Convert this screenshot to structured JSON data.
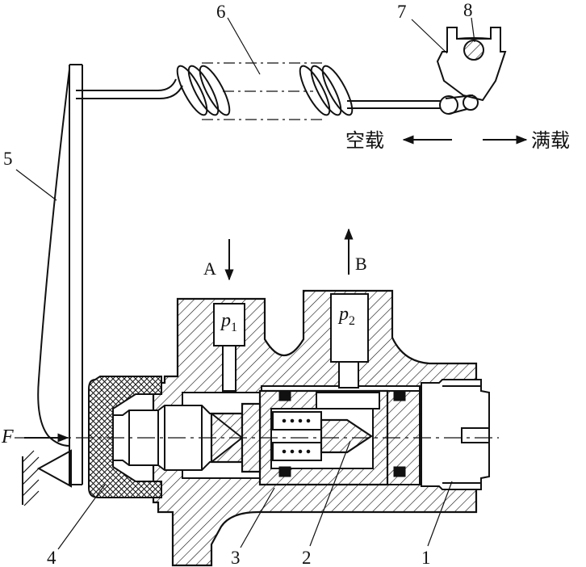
{
  "labels": {
    "part1": "1",
    "part2": "2",
    "part3": "3",
    "part4": "4",
    "part5": "5",
    "part6": "6",
    "part7": "7",
    "part8": "8",
    "port_a": "A",
    "port_b": "B",
    "pressure_1": {
      "symbol": "p",
      "subscript": "1"
    },
    "pressure_2": {
      "symbol": "p",
      "subscript": "2"
    },
    "force": "F",
    "empty_load": "空载",
    "full_load": "满载"
  }
}
